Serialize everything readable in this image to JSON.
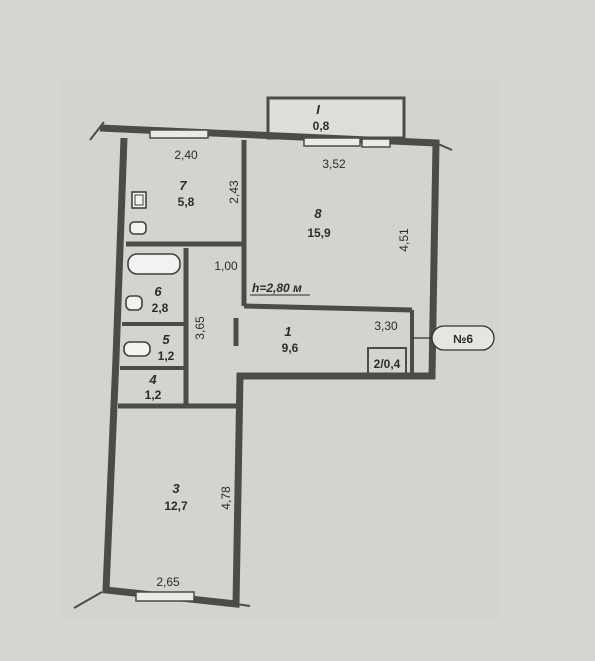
{
  "plan": {
    "height_label": "h=2,80 м",
    "apartment_tag": "№6",
    "rooms": [
      {
        "id": "room-1",
        "number": "1",
        "area": "9,6"
      },
      {
        "id": "room-3",
        "number": "3",
        "area": "12,7"
      },
      {
        "id": "room-4",
        "number": "4",
        "area": "1,2"
      },
      {
        "id": "room-5",
        "number": "5",
        "area": "1,2"
      },
      {
        "id": "room-6",
        "number": "6",
        "area": "2,8"
      },
      {
        "id": "room-7",
        "number": "7",
        "area": "5,8"
      },
      {
        "id": "room-8",
        "number": "8",
        "area": "15,9"
      },
      {
        "id": "balcony",
        "number": "I",
        "area": "0,8"
      }
    ],
    "closet_label": "2/0,4",
    "dimensions": {
      "d240": "2,40",
      "d243": "2,43",
      "d352": "3,52",
      "d451": "4,51",
      "d100": "1,00",
      "d365": "3,65",
      "d330": "3,30",
      "d478": "4,78",
      "d265": "2,65"
    }
  }
}
